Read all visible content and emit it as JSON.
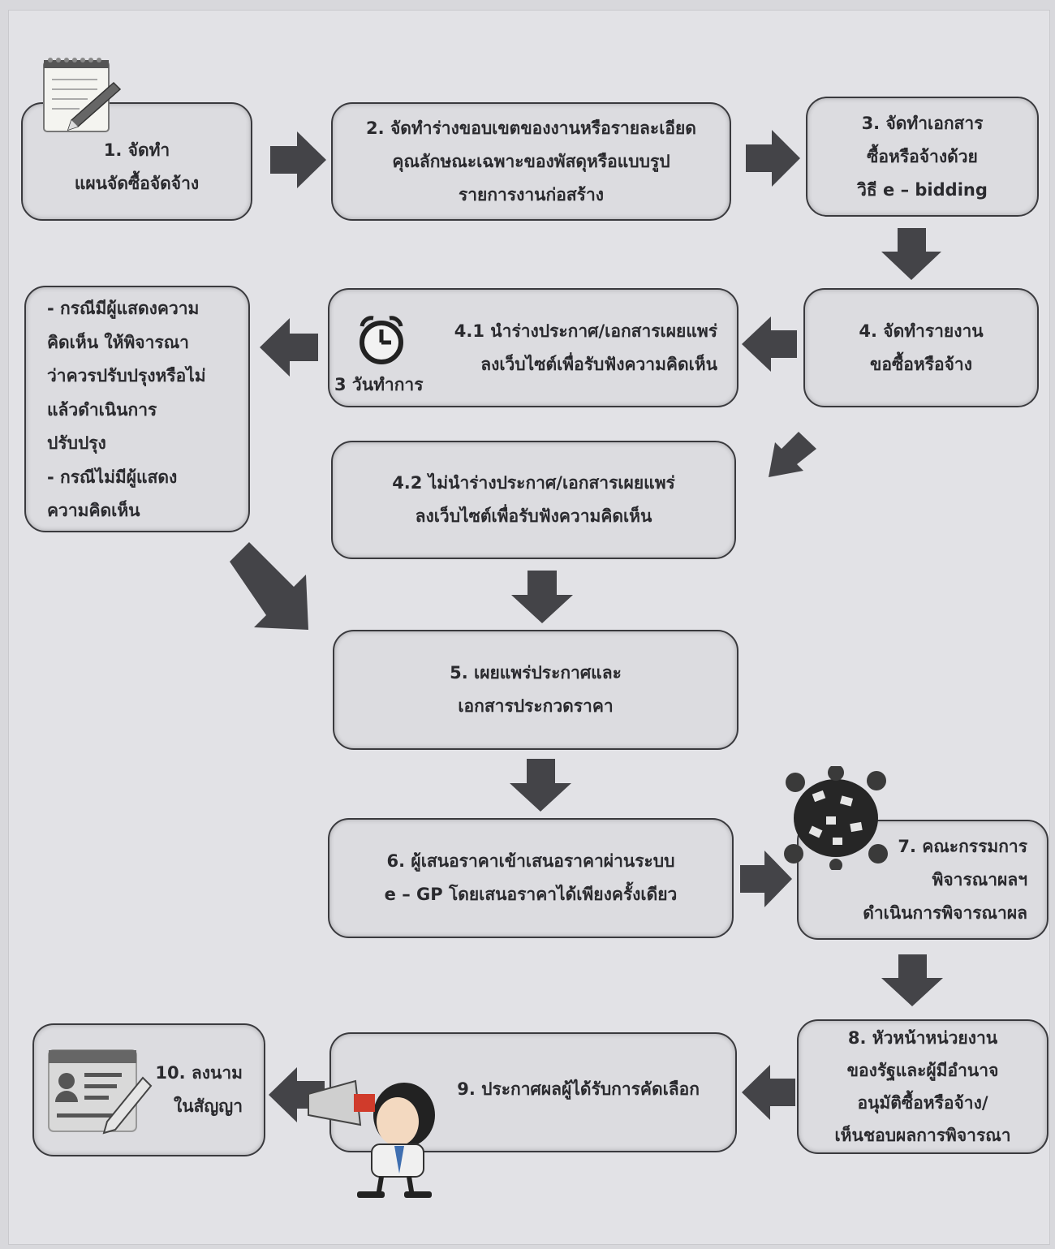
{
  "steps": {
    "s1": [
      "1. จัดทำ",
      "แผนจัดซื้อจัดจ้าง"
    ],
    "s2": [
      "2. จัดทำร่างขอบเขตของงานหรือรายละเอียด",
      "คุณลักษณะเฉพาะของพัสดุหรือแบบรูป",
      "รายการงานก่อสร้าง"
    ],
    "s3": [
      "3. จัดทำเอกสาร",
      "ซื้อหรือจ้างด้วย",
      "วิธี e – bidding"
    ],
    "s4": [
      "4. จัดทำรายงาน",
      "ขอซื้อหรือจ้าง"
    ],
    "s41": [
      "4.1 นำร่างประกาศ/เอกสารเผยแพร่",
      "ลงเว็บไซต์เพื่อรับฟังความคิดเห็น"
    ],
    "s41_time": "3 วันทำการ",
    "s42": [
      "4.2 ไม่นำร่างประกาศ/เอกสารเผยแพร่",
      "ลงเว็บไซต์เพื่อรับฟังความคิดเห็น"
    ],
    "comment": [
      "- กรณีมีผู้แสดงความ",
      "คิดเห็น ให้พิจารณา",
      "ว่าควรปรับปรุงหรือไม่",
      "แล้วดำเนินการ",
      "ปรับปรุง",
      "- กรณีไม่มีผู้แสดง",
      "ความคิดเห็น"
    ],
    "s5": [
      "5. เผยแพร่ประกาศและ",
      "เอกสารประกวดราคา"
    ],
    "s6": [
      "6. ผู้เสนอราคาเข้าเสนอราคาผ่านระบบ",
      "e – GP โดยเสนอราคาได้เพียงครั้งเดียว"
    ],
    "s7": [
      "7. คณะกรรมการ",
      "พิจารณาผลฯ",
      "ดำเนินการพิจารณาผล"
    ],
    "s8": [
      "8. หัวหน้าหน่วยงาน",
      "ของรัฐและผู้มีอำนาจ",
      "อนุมัติซื้อหรือจ้าง/",
      "เห็นชอบผลการพิจารณา"
    ],
    "s9": [
      "9. ประกาศผลผู้ได้รับการคัดเลือก"
    ],
    "s10": [
      "10. ลงนาม",
      "ในสัญญา"
    ]
  },
  "icons": [
    "notepad-icon",
    "alarm-clock-icon",
    "meeting-table-icon",
    "megaphone-man-icon",
    "contract-icon"
  ],
  "colors": {
    "arrow": "#444448",
    "box_border": "#3a3a3e",
    "box_fill": "#dcdce0"
  }
}
